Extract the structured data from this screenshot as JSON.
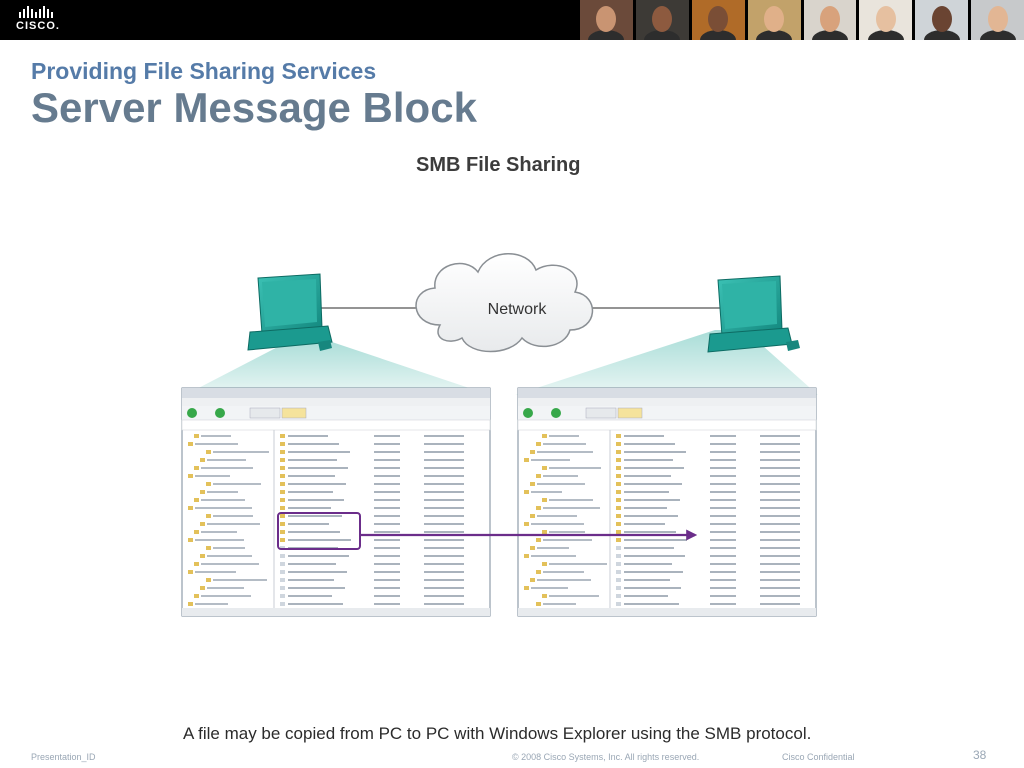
{
  "header": {
    "logo_text": "CISCO.",
    "photos": [
      {
        "skin": "#c99472",
        "bg": "#6b4a3a"
      },
      {
        "skin": "#8d5a3f",
        "bg": "#3d3a36"
      },
      {
        "skin": "#7a4e36",
        "bg": "#b06b28"
      },
      {
        "skin": "#e0b089",
        "bg": "#c2a26a"
      },
      {
        "skin": "#d8a27c",
        "bg": "#d9d4cc"
      },
      {
        "skin": "#e6c0a0",
        "bg": "#e9e4dc"
      },
      {
        "skin": "#6a4432",
        "bg": "#cfd4d8"
      },
      {
        "skin": "#e2b694",
        "bg": "#c7c9cb"
      }
    ]
  },
  "slide": {
    "subtitle": "Providing File Sharing Services",
    "title": "Server Message Block"
  },
  "figure": {
    "title": "SMB File Sharing",
    "cloud_label": "Network"
  },
  "caption": "A file may be copied from PC to PC with Windows Explorer using the SMB protocol.",
  "footer": {
    "left": "Presentation_ID",
    "middle": "© 2008 Cisco Systems, Inc. All rights reserved.",
    "right": "Cisco Confidential",
    "page_number": "38"
  },
  "colors": {
    "title_blue": "#557ba8",
    "title_gray": "#667b8f",
    "computer_teal": "#1aa59a",
    "arrow_purple": "#6b2d8a"
  }
}
